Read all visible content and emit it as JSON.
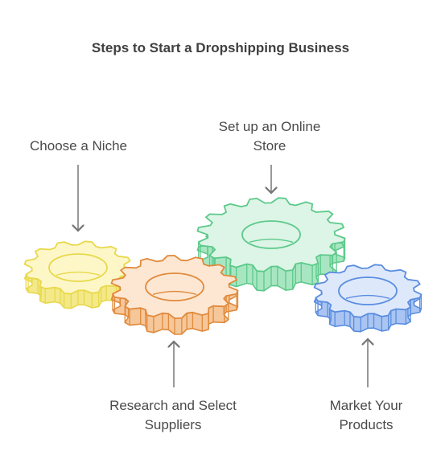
{
  "title": "Steps to Start a Dropshipping Business",
  "steps": [
    {
      "id": "choose-niche",
      "label": "Choose a Niche",
      "color": "#e8d84a",
      "fill": "#fdf7c8",
      "side": "#f3e98a"
    },
    {
      "id": "research-suppliers",
      "label_line1": "Research and Select",
      "label_line2": "Suppliers",
      "color": "#e08a3c",
      "fill": "#fde7d2",
      "side": "#f6c79a"
    },
    {
      "id": "online-store",
      "label_line1": "Set up an Online",
      "label_line2": "Store",
      "color": "#5cc98a",
      "fill": "#dcf5e6",
      "side": "#a8e6c2"
    },
    {
      "id": "market-products",
      "label_line1": "Market Your",
      "label_line2": "Products",
      "color": "#5a8de0",
      "fill": "#dde8fb",
      "side": "#aac5f2"
    }
  ],
  "arrow_color": "#777777"
}
